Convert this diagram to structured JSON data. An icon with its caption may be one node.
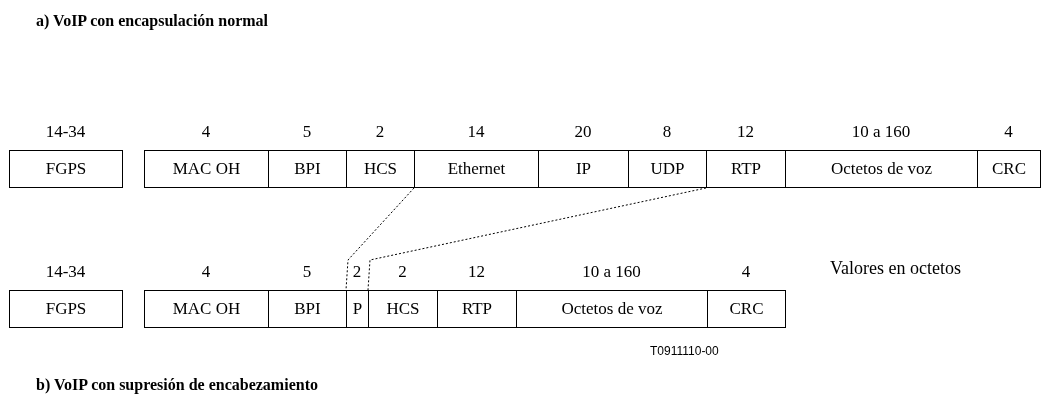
{
  "diagram": {
    "title": "a) VoIP con encapsulación normal",
    "caption": "b) VoIP con supresión de encabezamiento",
    "nodes": [
      {
        "text": [
          "FGPS"
        ],
        "beside": [
          "14-34"
        ]
      },
      {
        "text": [
          "MAC OH"
        ],
        "beside": [
          "4"
        ]
      },
      {
        "text": [
          "BPI"
        ],
        "beside": [
          "5"
        ]
      },
      {
        "text": [
          "HCS"
        ],
        "beside": [
          "2"
        ]
      },
      {
        "text": [
          "Ethernet"
        ],
        "beside": [
          "14"
        ]
      },
      {
        "text": [
          "IP"
        ],
        "beside": [
          "20"
        ]
      },
      {
        "text": [
          "UDP"
        ],
        "beside": [
          "8"
        ]
      },
      {
        "text": [
          "RTP"
        ],
        "beside": [
          "12"
        ]
      },
      {
        "text": [
          "Octetos de voz"
        ],
        "beside": [
          "10 a 160"
        ]
      },
      {
        "text": [
          "CRC"
        ],
        "beside": [
          "4"
        ]
      },
      {
        "text": [
          "FGPS"
        ],
        "beside": [
          "14-34"
        ]
      },
      {
        "text": [
          "MAC OH"
        ],
        "beside": [
          "4"
        ]
      },
      {
        "text": [
          "BPI"
        ],
        "beside": [
          "5"
        ]
      },
      {
        "text": [
          "P"
        ],
        "beside": [
          "2"
        ]
      },
      {
        "text": [
          "HCS"
        ],
        "beside": [
          "2"
        ]
      },
      {
        "text": [
          "RTP"
        ],
        "beside": [
          "12"
        ]
      },
      {
        "text": [
          "Octetos de voz"
        ],
        "beside": [
          "10 a 160"
        ]
      },
      {
        "text": [
          "CRC"
        ],
        "beside": [
          "4"
        ]
      }
    ],
    "edges": [
      {
        "from": 4,
        "to": 13,
        "arrow": "none",
        "style": "dashed"
      },
      {
        "from": 6,
        "to": 13,
        "arrow": "none",
        "style": "dashed"
      }
    ],
    "labels": [
      "Valores en octetos",
      "T0911110-00"
    ]
  }
}
